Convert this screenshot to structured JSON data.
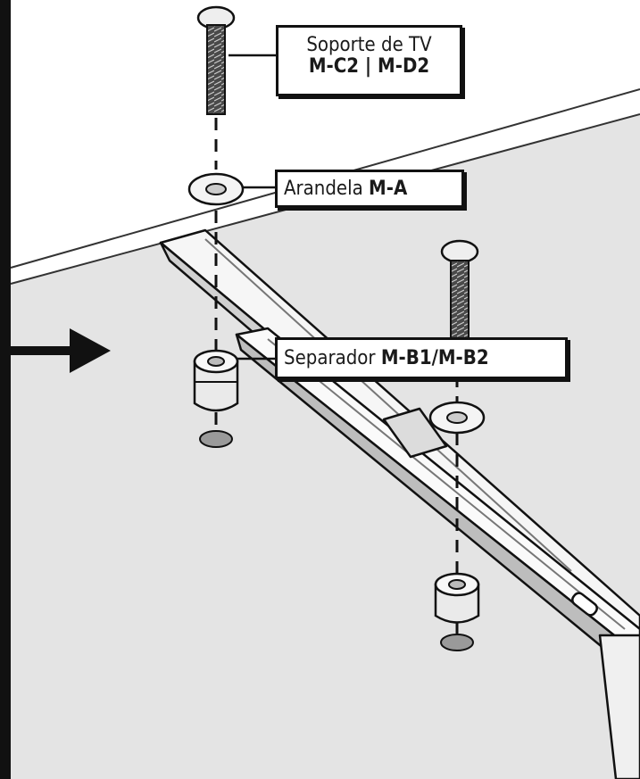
{
  "callouts": {
    "tv_bracket": {
      "label": "Soporte de TV",
      "parts": "M-C2 | M-D2"
    },
    "washer": {
      "label": "Arandela",
      "part": "M-A"
    },
    "spacer": {
      "label": "Separador",
      "part": "M-B1/M-B2"
    }
  },
  "colors": {
    "background": "#e4e4e4",
    "line": "#111111",
    "metal": "#f4f4f4"
  }
}
